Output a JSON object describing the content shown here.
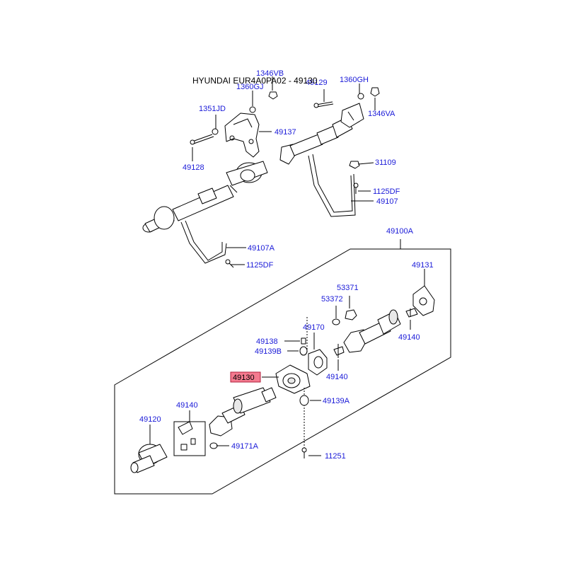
{
  "header": {
    "title": "HYUNDAI EUR4A0PA02 - 49130"
  },
  "highlight_color": "#f47a8f",
  "label_color": "#1a1ad8",
  "labels": {
    "l1346VB": "1346VB",
    "l1360GJ": "1360GJ",
    "l49129": "49129",
    "l1360GH": "1360GH",
    "l1351JD": "1351JD",
    "l1346VA": "1346VA",
    "l49137": "49137",
    "l49128": "49128",
    "l31109": "31109",
    "l1125DF_a": "1125DF",
    "l49107": "49107",
    "l49107A": "49107A",
    "l1125DF_b": "1125DF",
    "l49100A": "49100A",
    "l49131": "49131",
    "l53371": "53371",
    "l53372": "53372",
    "l49170": "49170",
    "l49140_a": "49140",
    "l49138": "49138",
    "l49139B": "49139B",
    "l49140_b": "49140",
    "l49130": "49130",
    "l49139A": "49139A",
    "l49140_c": "49140",
    "l49120": "49120",
    "l49171A": "49171A",
    "l11251": "11251"
  }
}
